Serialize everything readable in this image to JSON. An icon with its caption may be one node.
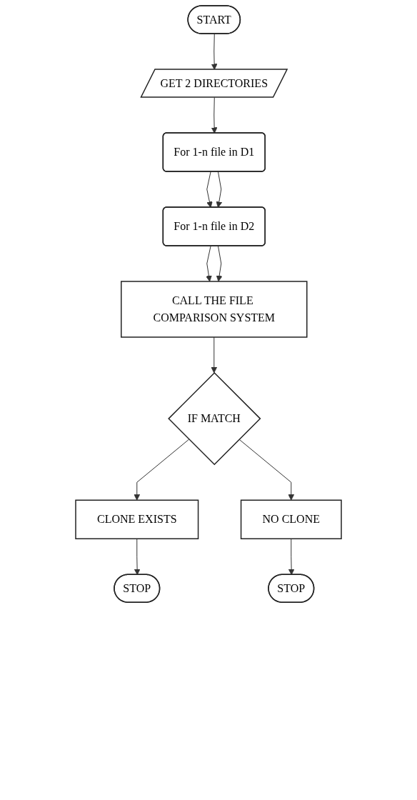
{
  "diagram": {
    "nodes": [
      {
        "text": [
          "START"
        ]
      },
      {
        "text": [
          "GET 2 DIRECTORIES"
        ]
      },
      {
        "text": [
          "For 1-n file in D1"
        ]
      },
      {
        "text": [
          "For 1-n file in D2"
        ]
      },
      {
        "text": [
          "CALL THE FILE COMPARISON SYSTEM"
        ]
      },
      {
        "text": [
          "IF MATCH"
        ]
      },
      {
        "text": [
          "CLONE EXISTS"
        ]
      },
      {
        "text": [
          "NO CLONE"
        ]
      },
      {
        "text": [
          "STOP"
        ]
      },
      {
        "text": [
          "STOP"
        ]
      }
    ],
    "edges": [
      {
        "from": 0,
        "to": 1,
        "arrow": "to"
      },
      {
        "from": 1,
        "to": 2,
        "arrow": "to"
      },
      {
        "from": 2,
        "to": 3,
        "arrow": "to"
      },
      {
        "from": 2,
        "to": 3,
        "arrow": "to"
      },
      {
        "from": 3,
        "to": 4,
        "arrow": "to"
      },
      {
        "from": 3,
        "to": 4,
        "arrow": "to"
      },
      {
        "from": 4,
        "to": 5,
        "arrow": "to"
      },
      {
        "from": 5,
        "to": 6,
        "arrow": "to"
      },
      {
        "from": 5,
        "to": 7,
        "arrow": "to"
      },
      {
        "from": 6,
        "to": 8,
        "arrow": "to"
      },
      {
        "from": 7,
        "to": 9,
        "arrow": "to"
      }
    ]
  }
}
